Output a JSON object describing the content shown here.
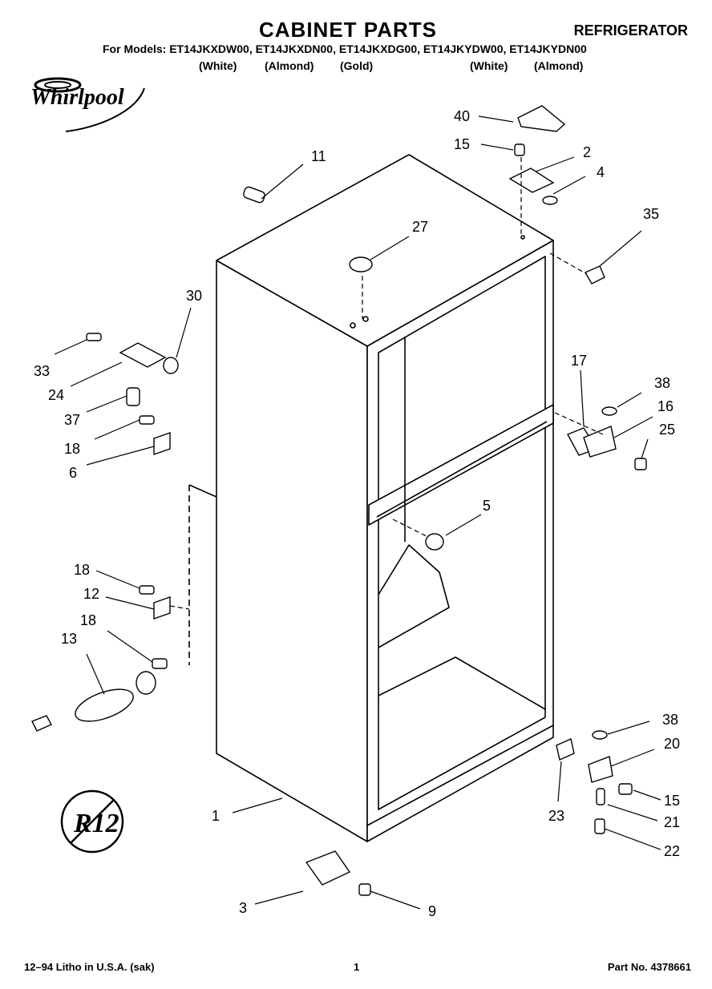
{
  "header": {
    "title": "CABINET PARTS",
    "category": "REFRIGERATOR",
    "models_line": "For Models: ET14JKXDW00, ET14JKXDN00, ET14JKXDG00, ET14JKYDW00, ET14JKYDN00",
    "variants": [
      "(White)",
      "(Almond)",
      "(Gold)",
      "(White)",
      "(Almond)"
    ]
  },
  "brand": {
    "logo_text": "Whirlpool",
    "refrigerant_symbol": "R12"
  },
  "callouts": [
    "40",
    "15",
    "2",
    "4",
    "11",
    "35",
    "27",
    "30",
    "33",
    "24",
    "37",
    "18",
    "6",
    "17",
    "38",
    "16",
    "25",
    "5",
    "18",
    "12",
    "18",
    "13",
    "38",
    "20",
    "15",
    "21",
    "22",
    "1",
    "23",
    "3",
    "9"
  ],
  "footer": {
    "left": "12–94 Litho in U.S.A. (sak)",
    "page": "1",
    "part_no": "Part No. 4378661"
  }
}
